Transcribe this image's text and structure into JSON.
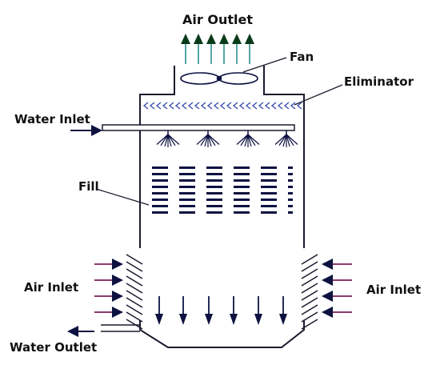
{
  "labels": {
    "air_outlet": "Air Outlet",
    "fan": "Fan",
    "eliminator": "Eliminator",
    "water_inlet": "Water Inlet",
    "fill": "Fill",
    "air_inlet_left": "Air Inlet",
    "air_inlet_right": "Air Inlet",
    "water_outlet": "Water Outlet"
  },
  "colors": {
    "outline": "#1a1a2e",
    "navy": "#0d1240",
    "air_outlet_arrow_head": "#0b3a1a",
    "air_outlet_arrow_stem": "#2f8f8f",
    "air_inlet_arrow": "#7a1f5a",
    "eliminator": "#3a4fb0"
  },
  "icons": {
    "air_outlet": "upward-arrows",
    "fan": "fan-blades",
    "eliminator": "chevron-eliminator",
    "spray": "spray-nozzles",
    "fill": "fill-bars",
    "falling_water": "downward-arrows",
    "air_inlet": "inlet-arrows",
    "louvers": "louver-slats"
  }
}
